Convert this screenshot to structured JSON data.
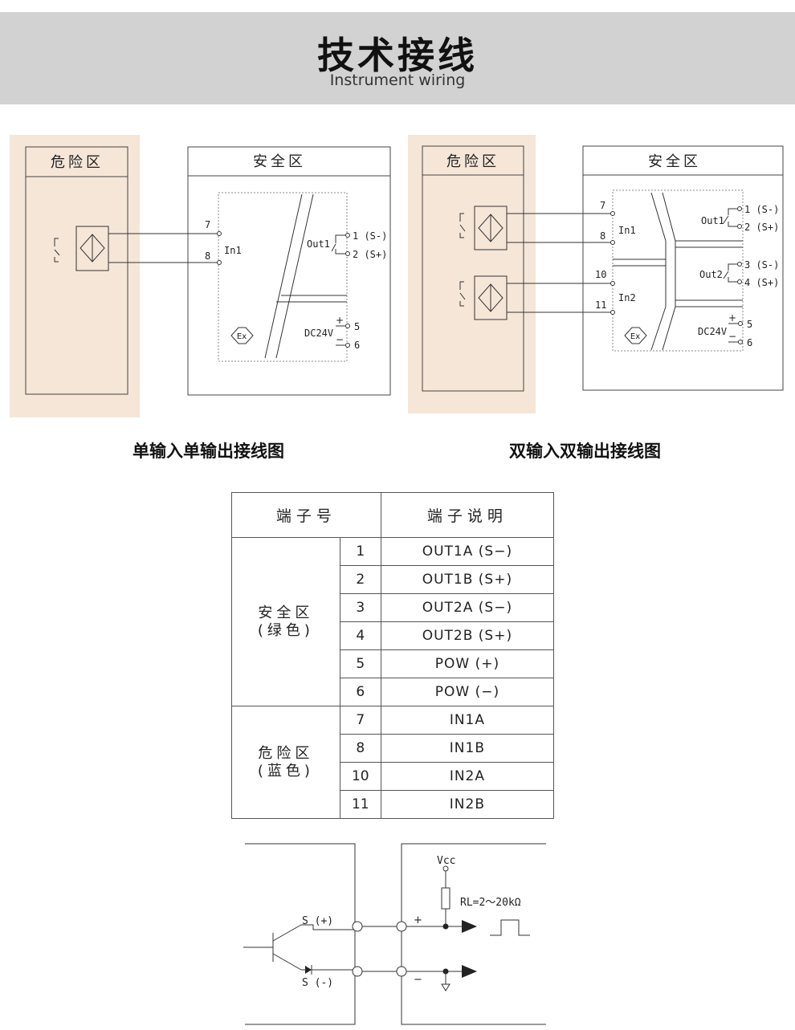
{
  "header": {
    "title": "技术接线",
    "subtitle": "Instrument wiring"
  },
  "diagram1": {
    "hazard_zone": "危险区",
    "safe_zone": "安全区",
    "terminals_in": [
      "7",
      "8"
    ],
    "in_label": "In1",
    "out_label": "Out1",
    "out_terminals": [
      "1 (S-)",
      "2 (S+)"
    ],
    "power_label": "DC24V",
    "power_plus": "+",
    "power_minus": "−",
    "power_terminals": [
      "5",
      "6"
    ],
    "ex_mark": "Ex"
  },
  "diagram2": {
    "hazard_zone": "危险区",
    "safe_zone": "安全区",
    "terminals_in": [
      "7",
      "8",
      "10",
      "11"
    ],
    "in_labels": [
      "In1",
      "In2"
    ],
    "out_labels": [
      "Out1",
      "Out2"
    ],
    "out_terminals": [
      "1 (S-)",
      "2 (S+)",
      "3 (S-)",
      "4 (S+)"
    ],
    "power_label": "DC24V",
    "power_plus": "+",
    "power_minus": "−",
    "power_terminals": [
      "5",
      "6"
    ],
    "ex_mark": "Ex"
  },
  "captions": {
    "single": "单输入单输出接线图",
    "dual": "双输入双输出接线图"
  },
  "table": {
    "header_terminal": "端子号",
    "header_desc": "端子说明",
    "group_safe_line1": "安全区",
    "group_safe_line2": "(绿色)",
    "group_hazard_line1": "危险区",
    "group_hazard_line2": "(蓝色)",
    "rows": [
      {
        "num": "1",
        "desc": "OUT1A (S−)"
      },
      {
        "num": "2",
        "desc": "OUT1B (S+)"
      },
      {
        "num": "3",
        "desc": "OUT2A (S−)"
      },
      {
        "num": "4",
        "desc": "OUT2B (S+)"
      },
      {
        "num": "5",
        "desc": "POW (+)"
      },
      {
        "num": "6",
        "desc": "POW (−)"
      },
      {
        "num": "7",
        "desc": "IN1A"
      },
      {
        "num": "8",
        "desc": "IN1B"
      },
      {
        "num": "10",
        "desc": "IN2A"
      },
      {
        "num": "11",
        "desc": "IN2B"
      }
    ]
  },
  "output_circuit": {
    "s_plus": "S (+)",
    "s_minus": "S (-)",
    "vcc": "Vcc",
    "rl": "RL=2～20kΩ",
    "plus": "+",
    "minus": "−"
  },
  "colors": {
    "hazard_bg": "#f5e6d8",
    "header_bg": "#d2d2d2"
  }
}
